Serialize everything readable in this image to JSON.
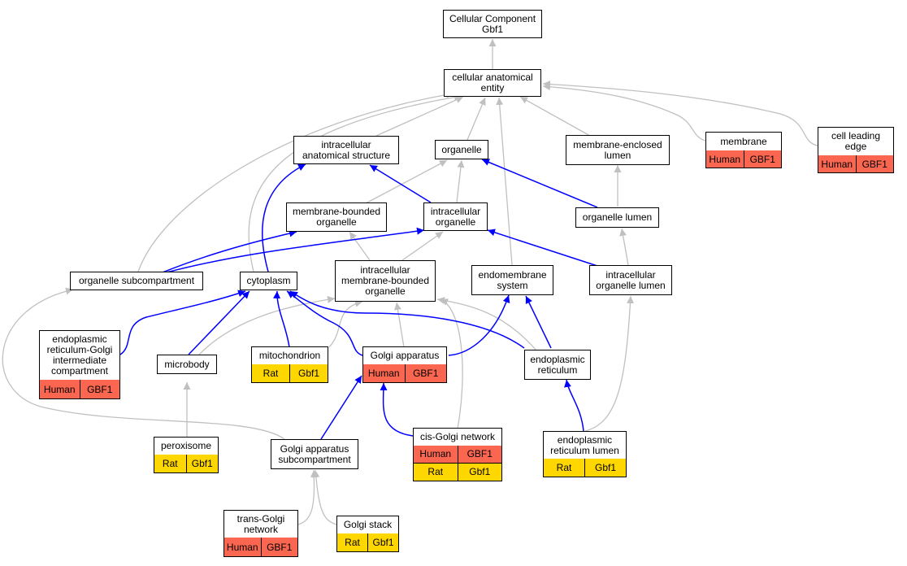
{
  "nodes": {
    "cc_gbf1": "Cellular Component\nGbf1",
    "cae": "cellular anatomical\nentity",
    "ias": "intracellular\nanatomical structure",
    "organelle": "organelle",
    "mel": "membrane-enclosed\nlumen",
    "membrane": "membrane",
    "cle": "cell leading\nedge",
    "mbo": "membrane-bounded\norganelle",
    "io": "intracellular\norganelle",
    "ol": "organelle lumen",
    "osc": "organelle subcompartment",
    "cyto": "cytoplasm",
    "imbo": "intracellular\nmembrane-bounded\norganelle",
    "ems": "endomembrane\nsystem",
    "iol": "intracellular\norganelle lumen",
    "ergic": "endoplasmic\nreticulum-Golgi\nintermediate\ncompartment",
    "microbody": "microbody",
    "mito": "mitochondrion",
    "golgi": "Golgi apparatus",
    "er": "endoplasmic\nreticulum",
    "perox": "peroxisome",
    "gasc": "Golgi apparatus\nsubcompartment",
    "cgn": "cis-Golgi network",
    "erl": "endoplasmic\nreticulum lumen",
    "tgn": "trans-Golgi\nnetwork",
    "gstack": "Golgi stack"
  },
  "annotations": {
    "membrane": [
      [
        "Human",
        "GBF1"
      ]
    ],
    "cle": [
      [
        "Human",
        "GBF1"
      ]
    ],
    "ergic": [
      [
        "Human",
        "GBF1"
      ]
    ],
    "mito": [
      [
        "Rat",
        "Gbf1"
      ]
    ],
    "golgi": [
      [
        "Human",
        "GBF1"
      ]
    ],
    "perox": [
      [
        "Rat",
        "Gbf1"
      ]
    ],
    "cgn": [
      [
        "Human",
        "GBF1"
      ],
      [
        "Rat",
        "Gbf1"
      ]
    ],
    "erl": [
      [
        "Rat",
        "Gbf1"
      ]
    ],
    "tgn": [
      [
        "Human",
        "GBF1"
      ]
    ],
    "gstack": [
      [
        "Rat",
        "Gbf1"
      ]
    ]
  },
  "colors": {
    "is_a_edge": "#c0c0c0",
    "part_of_edge": "#0000ff",
    "human": "#fa6650",
    "rat": "#ffd700"
  }
}
